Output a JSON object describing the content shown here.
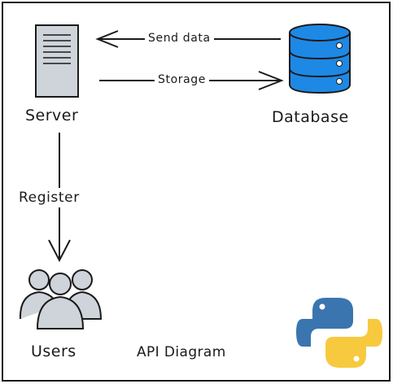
{
  "diagram": {
    "caption": "API Diagram",
    "nodes": {
      "server": {
        "label": "Server",
        "icon": "server-icon"
      },
      "database": {
        "label": "Database",
        "icon": "database-icon"
      },
      "users": {
        "label": "Users",
        "icon": "users-icon"
      }
    },
    "edges": {
      "send_data": {
        "label": "Send data",
        "from": "Database",
        "to": "Server"
      },
      "storage": {
        "label": "Storage",
        "from": "Server",
        "to": "Database"
      },
      "register": {
        "label": "Register",
        "from": "Server",
        "to": "Users"
      }
    },
    "logo": {
      "icon": "python-logo-icon"
    },
    "colors": {
      "stroke": "#1a1a1a",
      "server_fill": "#ced4da",
      "database_fill": "#1e88e5",
      "users_fill": "#ced4da",
      "python_blue": "#3a75b0",
      "python_yellow": "#f7c93e"
    }
  }
}
